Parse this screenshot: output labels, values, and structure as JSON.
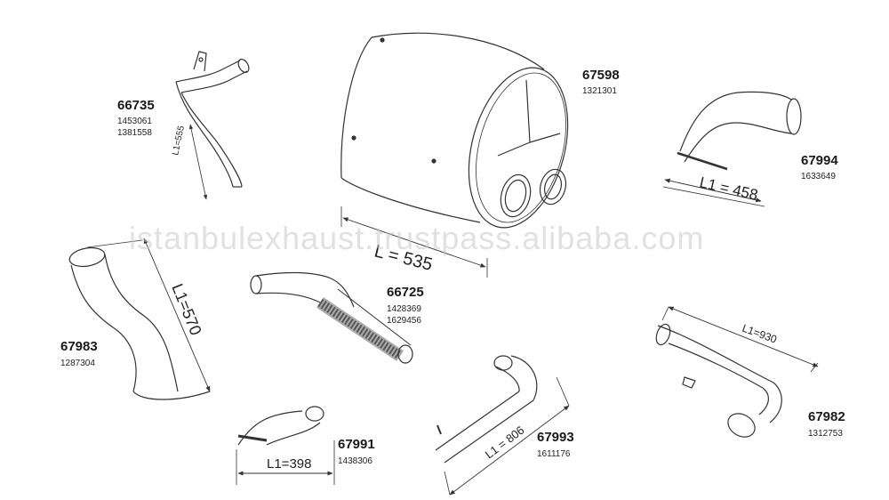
{
  "watermark": "istanbulexhaust.trustpass.alibaba.com",
  "parts": {
    "p66735": {
      "code": "66735",
      "refs": [
        "1453061",
        "1381558"
      ],
      "dimension": "L1=555"
    },
    "p67598": {
      "code": "67598",
      "refs": [
        "1321301"
      ],
      "dimension": "L = 535"
    },
    "p67994": {
      "code": "67994",
      "refs": [
        "1633649"
      ],
      "dimension": "L1 = 458"
    },
    "p67983": {
      "code": "67983",
      "refs": [
        "1287304"
      ],
      "dimension": "L1=570"
    },
    "p66725": {
      "code": "66725",
      "refs": [
        "1428369",
        "1629456"
      ]
    },
    "p67982": {
      "code": "67982",
      "refs": [
        "1312753"
      ],
      "dimension": "L1=930"
    },
    "p67991": {
      "code": "67991",
      "refs": [
        "1438306"
      ],
      "dimension": "L1=398"
    },
    "p67993": {
      "code": "67993",
      "refs": [
        "1611176"
      ],
      "dimension": "L1 = 806"
    }
  }
}
